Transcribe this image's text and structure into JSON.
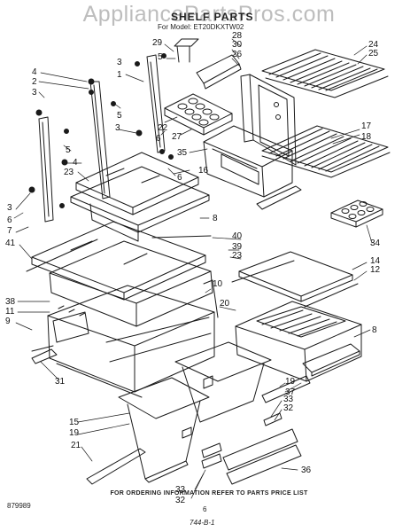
{
  "watermark": "AppliancePartsPros.com",
  "title": "SHELF PARTS",
  "model_line": "For Model: ET20DKXTW02",
  "callouts": [
    {
      "t": "29"
    },
    {
      "t": "5"
    },
    {
      "t": "28"
    },
    {
      "t": "30"
    },
    {
      "t": "26"
    },
    {
      "t": "24"
    },
    {
      "t": "25"
    },
    {
      "t": "4"
    },
    {
      "t": "3"
    },
    {
      "t": "1"
    },
    {
      "t": "2"
    },
    {
      "t": "3"
    },
    {
      "t": "5"
    },
    {
      "t": "3"
    },
    {
      "t": "22"
    },
    {
      "t": "6"
    },
    {
      "t": "27"
    },
    {
      "t": "5"
    },
    {
      "t": "4"
    },
    {
      "t": "35"
    },
    {
      "t": "16"
    },
    {
      "t": "17"
    },
    {
      "t": "18"
    },
    {
      "t": "23"
    },
    {
      "t": "6"
    },
    {
      "t": "3"
    },
    {
      "t": "6"
    },
    {
      "t": "7"
    },
    {
      "t": "8"
    },
    {
      "t": "40"
    },
    {
      "t": "41"
    },
    {
      "t": "39"
    },
    {
      "t": "23"
    },
    {
      "t": "14"
    },
    {
      "t": "12"
    },
    {
      "t": "34"
    },
    {
      "t": "38"
    },
    {
      "t": "11"
    },
    {
      "t": "10"
    },
    {
      "t": "9"
    },
    {
      "t": "20"
    },
    {
      "t": "8"
    },
    {
      "t": "31"
    },
    {
      "t": "37"
    },
    {
      "t": "19"
    },
    {
      "t": "15"
    },
    {
      "t": "19"
    },
    {
      "t": "33"
    },
    {
      "t": "32"
    },
    {
      "t": "21"
    },
    {
      "t": "33"
    },
    {
      "t": "32"
    },
    {
      "t": "36"
    }
  ],
  "footer_note": "FOR ORDERING INFORMATION REFER TO PARTS PRICE LIST",
  "doc_number": "879989",
  "page_number": "6",
  "page_code": "744-B-1"
}
